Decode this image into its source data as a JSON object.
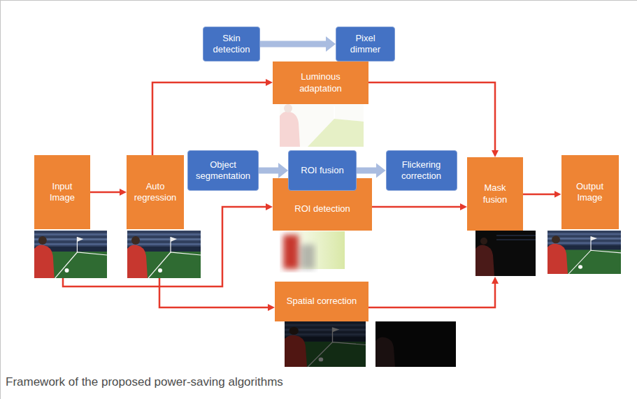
{
  "diagram": {
    "caption": "Framework of the proposed power-saving algorithms",
    "nodes": [
      {
        "text": [
          "Input Image"
        ]
      },
      {
        "text": [
          "Auto regression"
        ]
      },
      {
        "text": [
          "Skin detection"
        ]
      },
      {
        "text": [
          "Pixel dimmer"
        ]
      },
      {
        "text": [
          "Luminous adaptation"
        ]
      },
      {
        "text": [
          "Object segmentation"
        ]
      },
      {
        "text": [
          "ROI fusion"
        ]
      },
      {
        "text": [
          "ROI detection"
        ]
      },
      {
        "text": [
          "Flickering correction"
        ]
      },
      {
        "text": [
          "Mask fusion"
        ]
      },
      {
        "text": [
          "Output Image"
        ]
      },
      {
        "text": [
          "Spatial correction"
        ]
      }
    ],
    "edges": [
      {
        "from": 0,
        "to": 1,
        "arrow": "to"
      },
      {
        "from": 1,
        "to": 4,
        "arrow": "to"
      },
      {
        "from": 4,
        "to": 9,
        "arrow": "to"
      },
      {
        "from": 0,
        "to": 7,
        "arrow": "to"
      },
      {
        "from": 7,
        "to": 9,
        "arrow": "to"
      },
      {
        "from": 9,
        "to": 10,
        "arrow": "to"
      },
      {
        "from": 1,
        "to": 11,
        "arrow": "to"
      },
      {
        "from": 11,
        "to": 9,
        "arrow": "to"
      },
      {
        "from": 2,
        "to": 3,
        "arrow": "to"
      },
      {
        "from": 5,
        "to": 6,
        "arrow": "to"
      },
      {
        "from": 6,
        "to": 8,
        "arrow": "to"
      }
    ]
  }
}
